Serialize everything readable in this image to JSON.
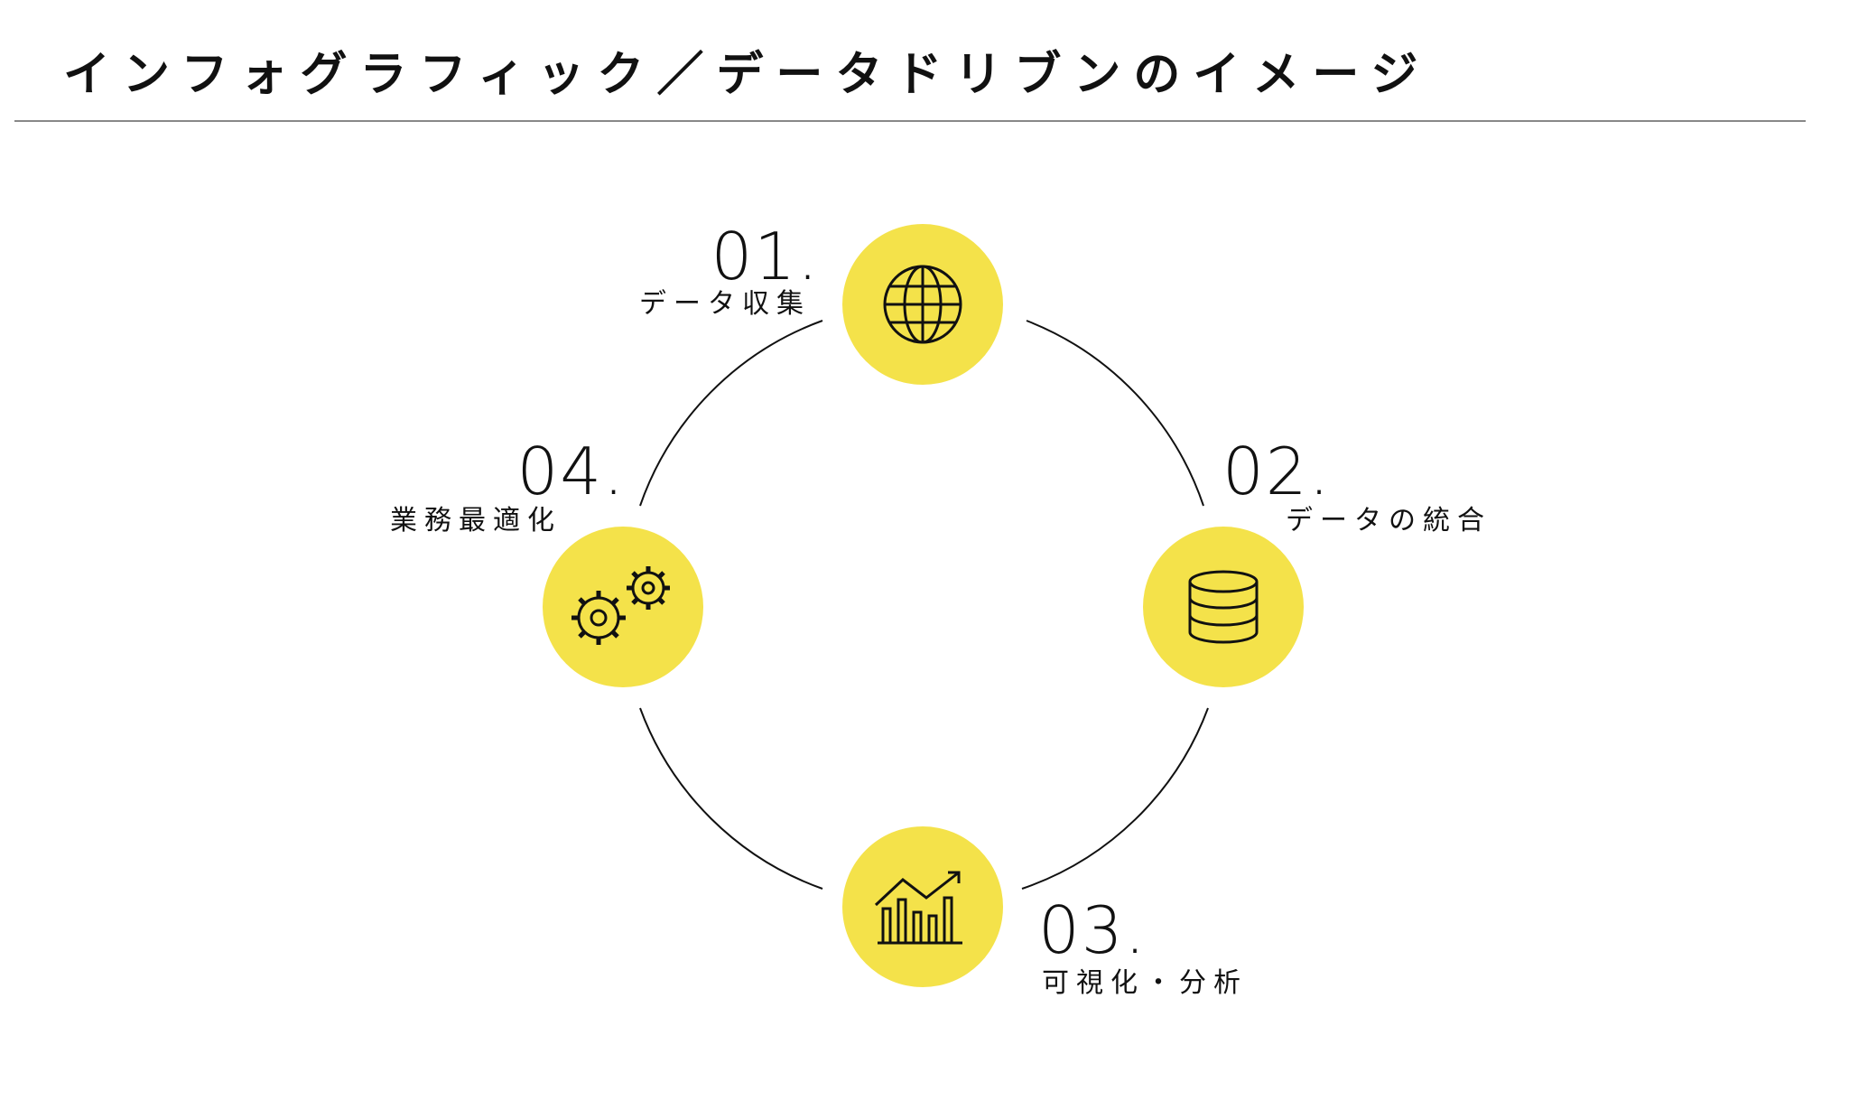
{
  "title": "インフォグラフィック／データドリブンのイメージ",
  "colors": {
    "accent": "#F4E24A",
    "line": "#111111",
    "rule": "#888888"
  },
  "steps": [
    {
      "number": "01.",
      "label": "データ収集",
      "icon": "globe-icon"
    },
    {
      "number": "02.",
      "label": "データの統合",
      "icon": "database-icon"
    },
    {
      "number": "03.",
      "label": "可視化・分析",
      "icon": "bar-chart-icon"
    },
    {
      "number": "04.",
      "label": "業務最適化",
      "icon": "gears-icon"
    }
  ]
}
